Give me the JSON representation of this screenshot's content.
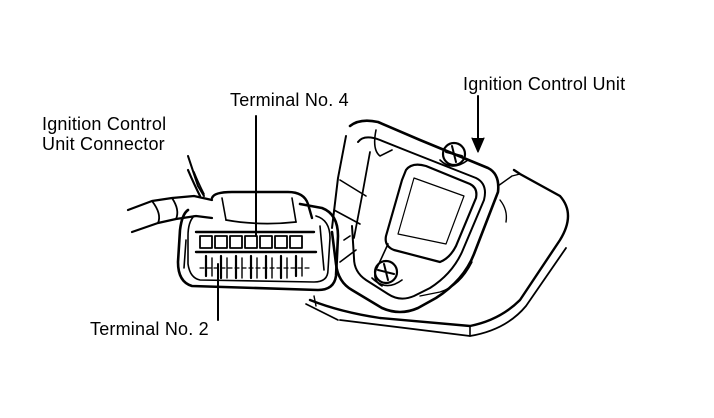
{
  "labels": {
    "ignition_control_unit": "Ignition Control Unit",
    "terminal_no_4": "Terminal No. 4",
    "connector_line1": "Ignition Control",
    "connector_line2": "Unit Connector",
    "terminal_no_2": "Terminal No. 2"
  },
  "colors": {
    "ink": "#000000",
    "paper": "#ffffff"
  }
}
